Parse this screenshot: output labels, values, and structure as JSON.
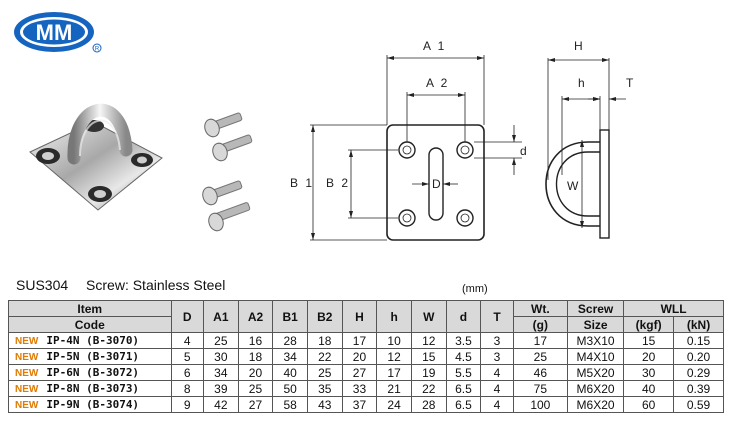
{
  "logo": {
    "text": "MM",
    "mark": "R"
  },
  "meta": {
    "material": "SUS304",
    "screw": "Screw: Stainless Steel",
    "unit": "(mm)"
  },
  "drawing": {
    "A1": "A 1",
    "A2": "A 2",
    "B1": "B 1",
    "B2": "B 2",
    "D": "D",
    "d": "d",
    "H": "H",
    "h": "h",
    "T": "T",
    "W": "W"
  },
  "table": {
    "headers": {
      "item": "Item",
      "code": "Code",
      "D": "D",
      "A1": "A1",
      "A2": "A2",
      "B1": "B1",
      "B2": "B2",
      "H": "H",
      "h": "h",
      "W": "W",
      "d": "d",
      "T": "T",
      "wt": "Wt.",
      "wt_unit": "(g)",
      "screw": "Screw",
      "size": "Size",
      "wll": "WLL",
      "kgf": "(kgf)",
      "kn": "(kN)"
    },
    "rows": [
      {
        "badge": "NEW",
        "code": "IP-4N (B-3070)",
        "D": "4",
        "A1": "25",
        "A2": "16",
        "B1": "28",
        "B2": "18",
        "H": "17",
        "h": "10",
        "W": "12",
        "d": "3.5",
        "T": "3",
        "wt": "17",
        "screw": "M3X10",
        "kgf": "15",
        "kn": "0.15"
      },
      {
        "badge": "NEW",
        "code": "IP-5N (B-3071)",
        "D": "5",
        "A1": "30",
        "A2": "18",
        "B1": "34",
        "B2": "22",
        "H": "20",
        "h": "12",
        "W": "15",
        "d": "4.5",
        "T": "3",
        "wt": "25",
        "screw": "M4X10",
        "kgf": "20",
        "kn": "0.20"
      },
      {
        "badge": "NEW",
        "code": "IP-6N (B-3072)",
        "D": "6",
        "A1": "34",
        "A2": "20",
        "B1": "40",
        "B2": "25",
        "H": "27",
        "h": "17",
        "W": "19",
        "d": "5.5",
        "T": "4",
        "wt": "46",
        "screw": "M5X20",
        "kgf": "30",
        "kn": "0.29"
      },
      {
        "badge": "NEW",
        "code": "IP-8N (B-3073)",
        "D": "8",
        "A1": "39",
        "A2": "25",
        "B1": "50",
        "B2": "35",
        "H": "33",
        "h": "21",
        "W": "22",
        "d": "6.5",
        "T": "4",
        "wt": "75",
        "screw": "M6X20",
        "kgf": "40",
        "kn": "0.39"
      },
      {
        "badge": "NEW",
        "code": "IP-9N (B-3074)",
        "D": "9",
        "A1": "42",
        "A2": "27",
        "B1": "58",
        "B2": "43",
        "H": "37",
        "h": "24",
        "W": "28",
        "d": "6.5",
        "T": "4",
        "wt": "100",
        "screw": "M6X20",
        "kgf": "60",
        "kn": "0.59"
      }
    ]
  }
}
